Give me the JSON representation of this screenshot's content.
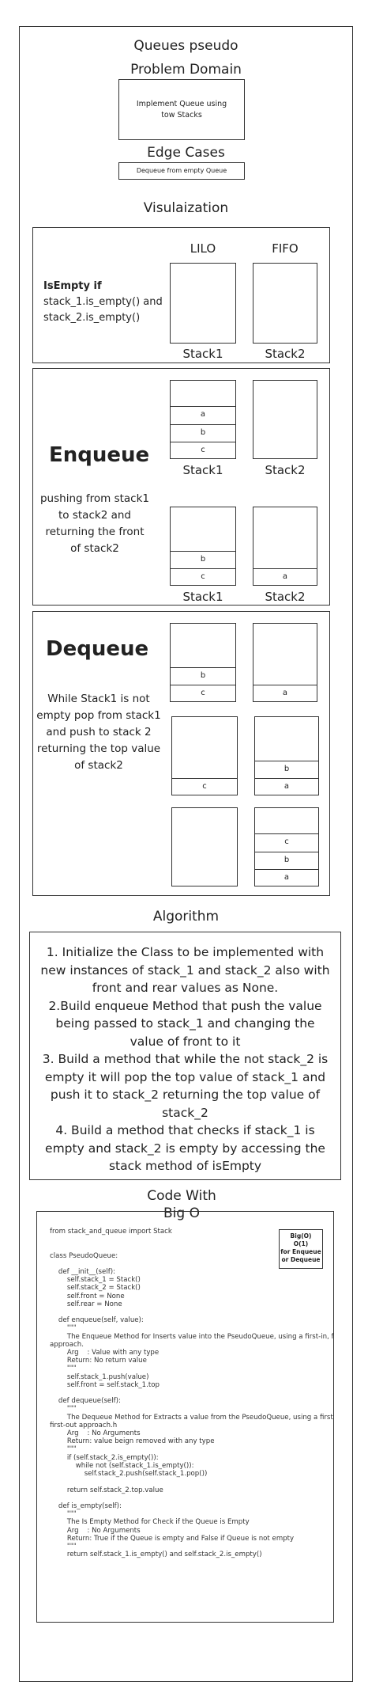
{
  "header": {
    "title": "Queues pseudo",
    "problem_domain_title": "Problem Domain",
    "problem_domain_text": "Implement Queue using tow Stacks",
    "edge_cases_title": "Edge Cases",
    "edge_cases_text": "Dequeue from empty Queue",
    "visualization_title": "Visulaization"
  },
  "isempty_panel": {
    "col_lilo": "LILO",
    "col_fifo": "FIFO",
    "label_bold": "IsEmpty if",
    "label_text": "stack_1.is_empty() and stack_2.is_empty()",
    "stack1_label": "Stack1",
    "stack2_label": "Stack2"
  },
  "enqueue_panel": {
    "title": "Enqueue",
    "description": "pushing from stack1 to stack2 and returning the front of stack2",
    "row1_stack1_cells": [
      "a",
      "b",
      "c"
    ],
    "row1_stack1_label": "Stack1",
    "row1_stack2_label": "Stack2",
    "row2_stack1_cells": [
      "b",
      "c"
    ],
    "row2_stack2_cells": [
      "a"
    ],
    "row2_stack1_label": "Stack1",
    "row2_stack2_label": "Stack2"
  },
  "dequeue_panel": {
    "title": "Dequeue",
    "description": "While Stack1 is not empty pop from stack1 and push to stack 2 returning the top value of stack2",
    "row1_stack1_cells": [
      "b",
      "c"
    ],
    "row1_stack2_cells": [
      "a"
    ],
    "row2_stack1_cells": [
      "c"
    ],
    "row2_stack2_cells": [
      "b",
      "a"
    ],
    "row3_stack2_cells": [
      "c",
      "b",
      "a"
    ]
  },
  "algorithm": {
    "title": "Algorithm",
    "steps": [
      "1. Initialize the Class to be implemented with new instances of stack_1 and stack_2 also with front and rear values as None.",
      "2.Build enqueue Method that push the value being passed to stack_1 and changing the value of front to it",
      "3. Build a method that while the not stack_2 is empty it will pop the top value of stack_1 and push it to stack_2 returning the top value of stack_2",
      "4. Build a method that checks if stack_1 is empty and stack_2 is empty by accessing the stack method of isEmpty"
    ]
  },
  "code_section": {
    "title": "Code With Big O",
    "bigo_note": "Big(O)\nO(1)\nfor Enqueue\nor Dequeue",
    "code": "from stack_and_queue import Stack\n\n\nclass PseudoQueue:\n\n    def __init__(self):\n        self.stack_1 = Stack()\n        self.stack_2 = Stack()\n        self.front = None\n        self.rear = None\n\n    def enqueue(self, value):\n        \"\"\"\n        The Enqueue Method for Inserts value into the PseudoQueue, using a first-in, first-out\napproach.\n        Arg    : Value with any type\n        Return: No return value\n        \"\"\"\n        self.stack_1.push(value)\n        self.front = self.stack_1.top\n\n    def dequeue(self):\n        \"\"\"\n        The Dequeue Method for Extracts a value from the PseudoQueue, using a first-in,\nfirst-out approach.h\n        Arg    : No Arguments\n        Return: value beign removed with any type\n        \"\"\"\n        if (self.stack_2.is_empty()):\n            while not (self.stack_1.is_empty()):\n                self.stack_2.push(self.stack_1.pop())\n\n        return self.stack_2.top.value\n\n    def is_empty(self):\n        \"\"\"\n        The Is Empty Method for Check if the Queue is Empty\n        Arg    : No Arguments\n        Return: True if the Queue is empty and False if Queue is not empty\n        \"\"\"\n        return self.stack_1.is_empty() and self.stack_2.is_empty()"
  }
}
